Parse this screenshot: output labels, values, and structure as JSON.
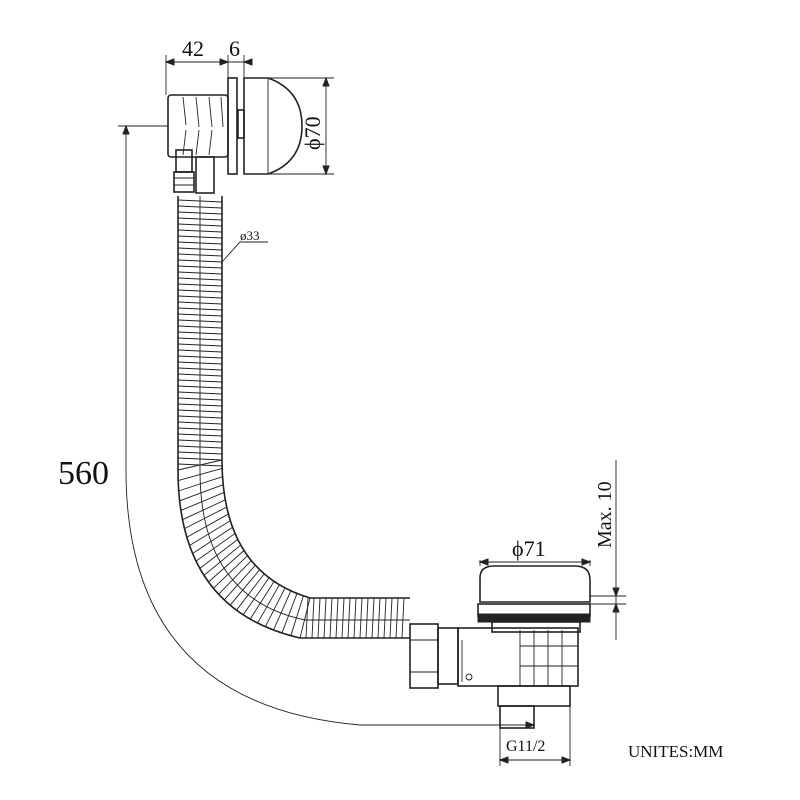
{
  "drawing": {
    "units_note": "UNITES:MM",
    "dimensions": {
      "overall_height": "560",
      "overflow_depth": "42",
      "plate_thickness": "6",
      "overflow_diameter": "ϕ70",
      "hose_diameter": "ø33",
      "waste_diameter": "ϕ71",
      "max_thickness": "Max. 10",
      "thread": "G11/2"
    }
  }
}
